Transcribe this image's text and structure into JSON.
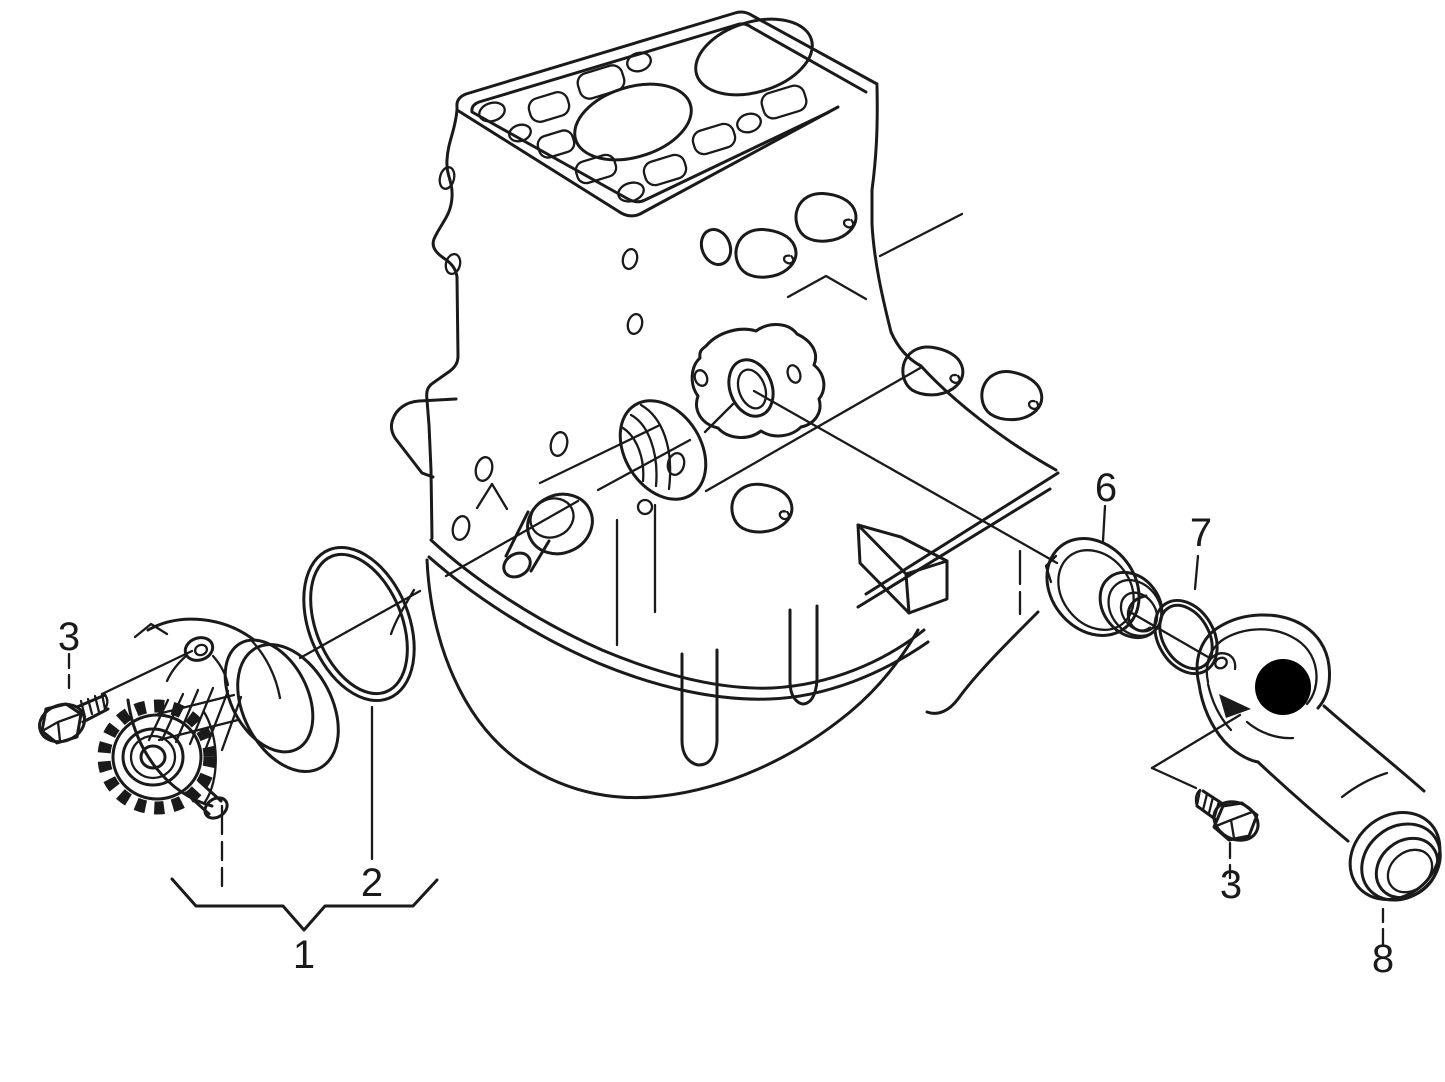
{
  "diagram": {
    "background": "#ffffff",
    "line_color": "#1a1a1a",
    "marker": {
      "shape": "filled-circle",
      "color": "#000000"
    },
    "callouts": {
      "c1": {
        "label": "1"
      },
      "c2": {
        "label": "2"
      },
      "c3_left": {
        "label": "3"
      },
      "c3_right": {
        "label": "3"
      },
      "c6": {
        "label": "6"
      },
      "c7": {
        "label": "7"
      },
      "c8": {
        "label": "8"
      }
    }
  }
}
